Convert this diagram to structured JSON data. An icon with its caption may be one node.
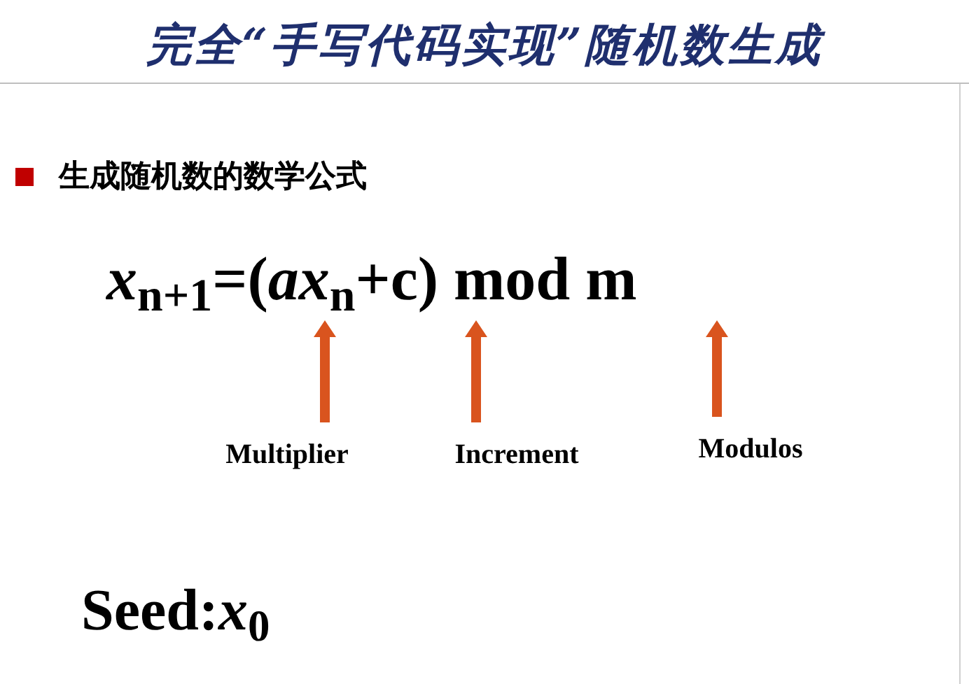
{
  "diagram": {
    "title": "完全“手写代码实现”随机数生成",
    "nodes": [
      {
        "text": [
          "*x*$_{n+1}$=(*ax*$_{n}$+c) mod m"
        ]
      },
      {
        "text": [
          "Multiplier"
        ]
      },
      {
        "text": [
          "Increment"
        ]
      },
      {
        "text": [
          "Modulos"
        ]
      }
    ],
    "edges": [
      {
        "from": 1,
        "to": 0,
        "arrow": "to"
      },
      {
        "from": 2,
        "to": 0,
        "arrow": "to"
      },
      {
        "from": 3,
        "to": 0,
        "arrow": "to"
      }
    ],
    "labels": [
      "生成随机数的数学公式",
      "Seed:*x*$_{0}$"
    ]
  }
}
